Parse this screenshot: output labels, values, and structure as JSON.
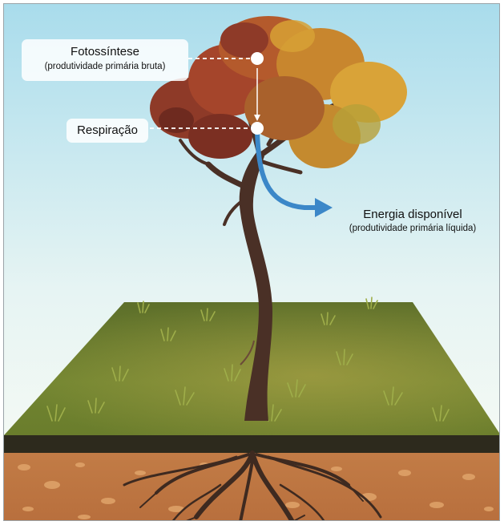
{
  "labels": {
    "photosynthesis_title": "Fotossíntese",
    "photosynthesis_sub": "(produtividade primária bruta)",
    "respiration_title": "Respiração",
    "energy_title": "Energia disponível",
    "energy_sub": "(produtividade primária líquida)"
  },
  "colors": {
    "sky_top": "#a9dcec",
    "sky_bottom": "#fbfcf4",
    "grass": "#6c7c2c",
    "soil": "#c07a47",
    "arrow": "#3b87c8",
    "trunk": "#4a3026",
    "foliage_dark": "#8e3a28",
    "foliage_light": "#d9a338"
  }
}
